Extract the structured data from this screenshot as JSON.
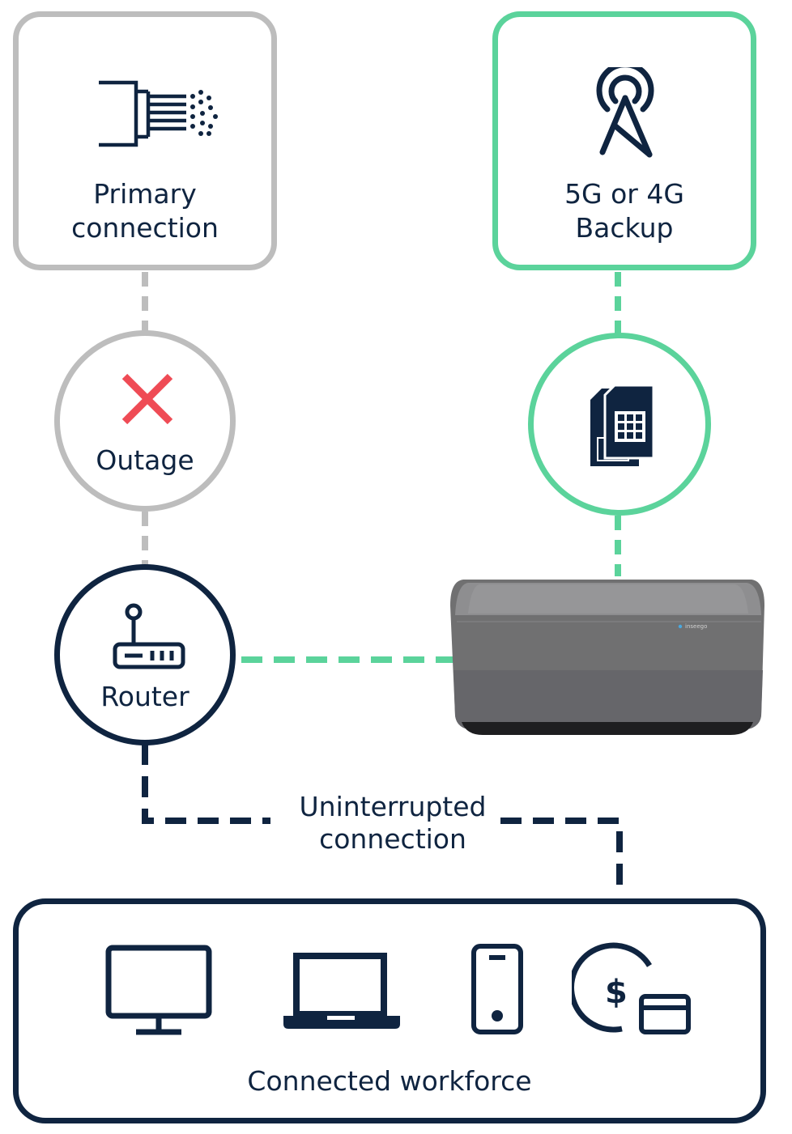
{
  "colors": {
    "navy": "#0f2440",
    "gray": "#bdbdbd",
    "green": "#5bd39b",
    "red": "#ef4b55",
    "device_dark": "#6e6e6e",
    "device_top": "#8f8f90"
  },
  "primary": {
    "line1": "Primary",
    "line2": "connection",
    "icon": "fiber-cable-icon"
  },
  "backup": {
    "line1": "5G or 4G",
    "line2": "Backup",
    "icon": "cell-tower-icon"
  },
  "outage": {
    "label": "Outage",
    "icon": "x-mark-icon"
  },
  "sim": {
    "icon": "sim-cards-icon"
  },
  "router": {
    "label": "Router",
    "icon": "router-icon"
  },
  "device": {
    "brand": "inseego",
    "image": "5g-gateway-device"
  },
  "link": {
    "line1": "Uninterrupted",
    "line2": "connection"
  },
  "workforce": {
    "label": "Connected workforce",
    "icons": [
      "desktop-monitor-icon",
      "laptop-icon",
      "smartphone-icon",
      "payment-terminal-icon"
    ]
  }
}
